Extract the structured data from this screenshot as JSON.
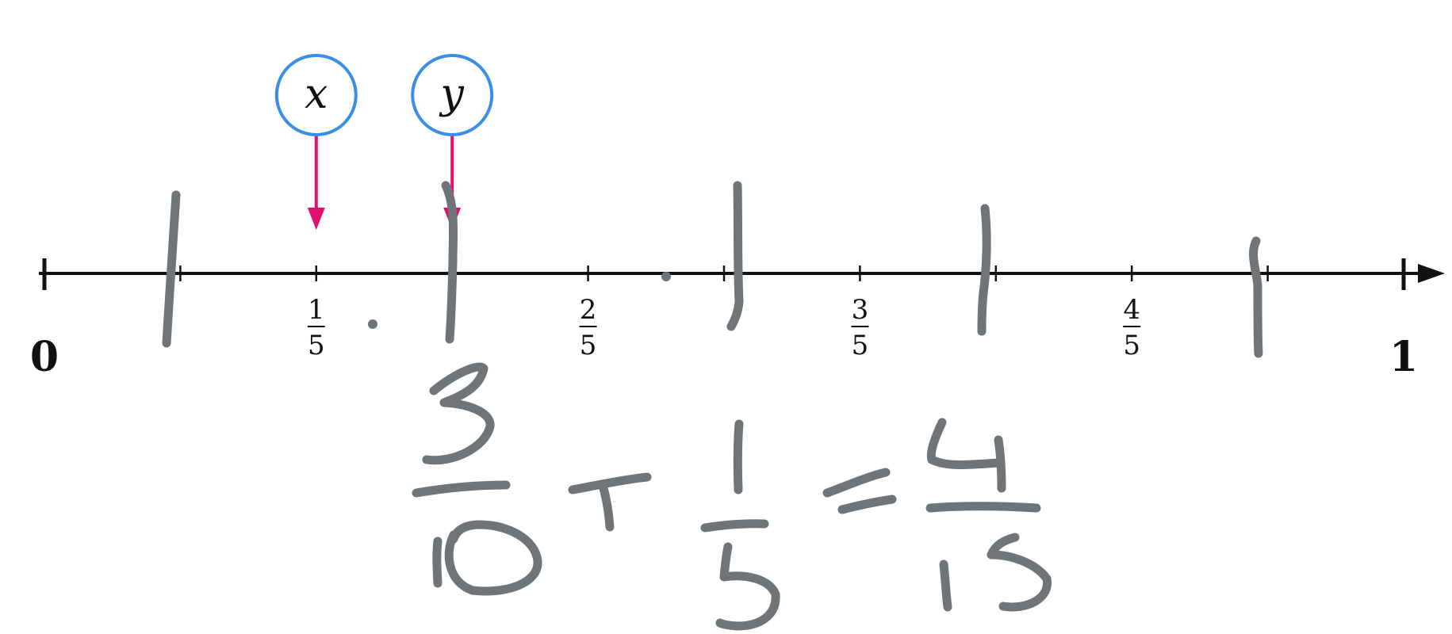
{
  "number_line": {
    "start_label": "0",
    "end_label": "1",
    "tick_labels": [
      {
        "value": 0.2,
        "numerator": "1",
        "denominator": "5"
      },
      {
        "value": 0.4,
        "numerator": "2",
        "denominator": "5"
      },
      {
        "value": 0.6,
        "numerator": "3",
        "denominator": "5"
      },
      {
        "value": 0.8,
        "numerator": "4",
        "denominator": "5"
      }
    ],
    "minor_ticks": [
      0.1,
      0.2,
      0.3,
      0.4,
      0.5,
      0.6,
      0.7,
      0.8,
      0.9
    ]
  },
  "markers": [
    {
      "label": "x",
      "value": 0.2
    },
    {
      "label": "y",
      "value": 0.3
    }
  ],
  "handwritten_marks": {
    "divider_ticks": [
      0.1,
      0.3,
      0.5,
      0.7,
      0.9
    ],
    "equation": {
      "term1": {
        "numerator": "3",
        "denominator": "10"
      },
      "operator": "+",
      "term2": {
        "numerator": "1",
        "denominator": "5"
      },
      "equals": "=",
      "result": {
        "numerator": "4",
        "denominator": "15"
      }
    }
  },
  "colors": {
    "axis": "#111111",
    "marker_circle": "#3b8ee6",
    "marker_arrow": "#e0106e",
    "handwriting": "#6f7479"
  }
}
